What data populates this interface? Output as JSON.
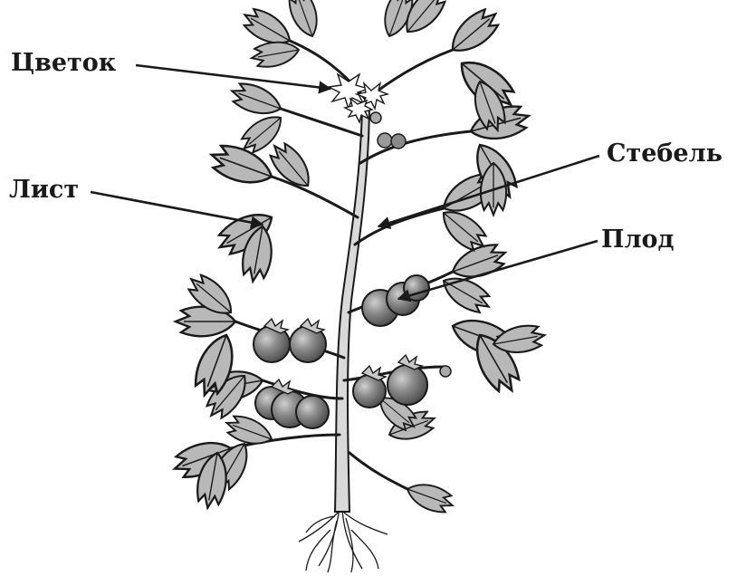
{
  "labels": {
    "flower": "Цветок",
    "leaf": "Лист",
    "stem": "Стебель",
    "fruit": "Плод"
  },
  "colors": {
    "ink": "#1a1a1a",
    "leaf_fill": "#b8b8b8",
    "fruit_fill": "#7a7a7a",
    "stem_fill": "#d9d9d9"
  }
}
